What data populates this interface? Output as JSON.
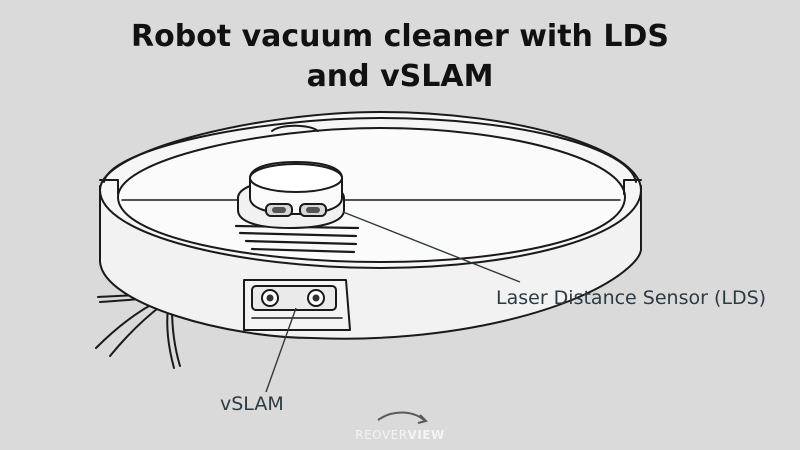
{
  "title": {
    "line1": "Robot vacuum cleaner with LDS",
    "line2": "and vSLAM"
  },
  "labels": {
    "lds": "Laser Distance Sensor (LDS)",
    "vslam": "vSLAM"
  },
  "logo": {
    "part1": "REOVER",
    "part2": "VIEW"
  },
  "colors": {
    "background": "#dadada",
    "ink": "#1a1a1a",
    "label": "#2c3a44",
    "body_fill": "#f6f6f6"
  }
}
